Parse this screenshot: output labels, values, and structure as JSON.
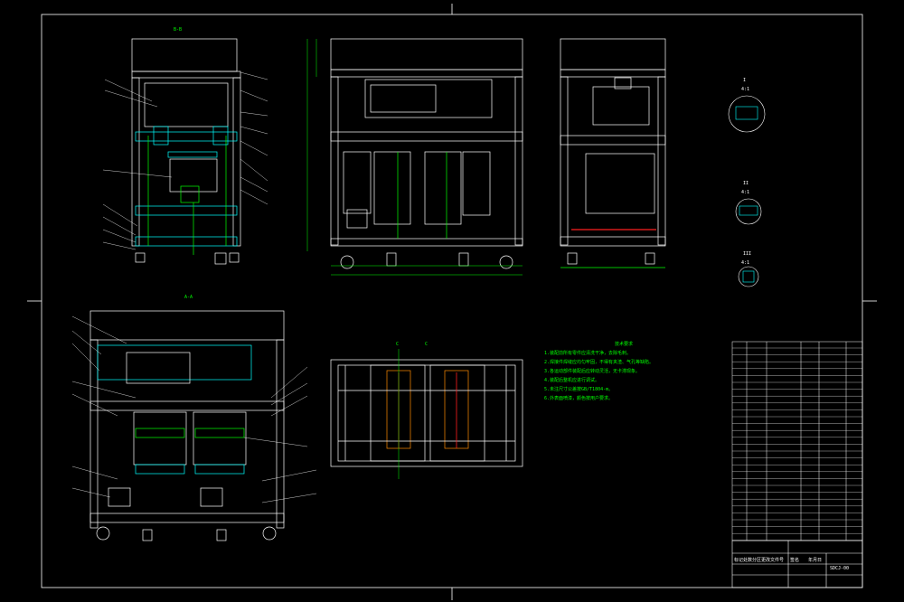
{
  "drawing": {
    "background": "#000000",
    "line_color": "#ffffff",
    "accent_green": "#00ff00",
    "accent_cyan": "#00ffff",
    "accent_red": "#ff2020",
    "accent_yellow": "#ffff00"
  },
  "views": {
    "section_bb_label": "B-B",
    "section_aa_label": "A-A",
    "plan_label_c": "C",
    "plan_label_c2": "C",
    "detail_labels": [
      "I",
      "II",
      "III"
    ],
    "detail_scales": [
      "4:1",
      "4:1",
      "4:1"
    ]
  },
  "notes": {
    "heading": "技术要求",
    "lines": [
      "1.装配前所有零件应清洗干净，去除毛刺。",
      "2.焊接件焊缝应均匀牢固，不得有夹渣、气孔等缺陷。",
      "3.各运动部件装配后应转动灵活，无卡滞现象。",
      "4.装配后整机应进行调试。",
      "5.未注尺寸公差按GB/T1804-m。",
      "6.外表面喷漆，颜色按用户要求。"
    ]
  },
  "title_block": {
    "drawing_no": "SDCJ-00",
    "bottom_labels": [
      "标记",
      "处数",
      "分区",
      "更改文件号",
      "签名",
      "年月日"
    ]
  }
}
